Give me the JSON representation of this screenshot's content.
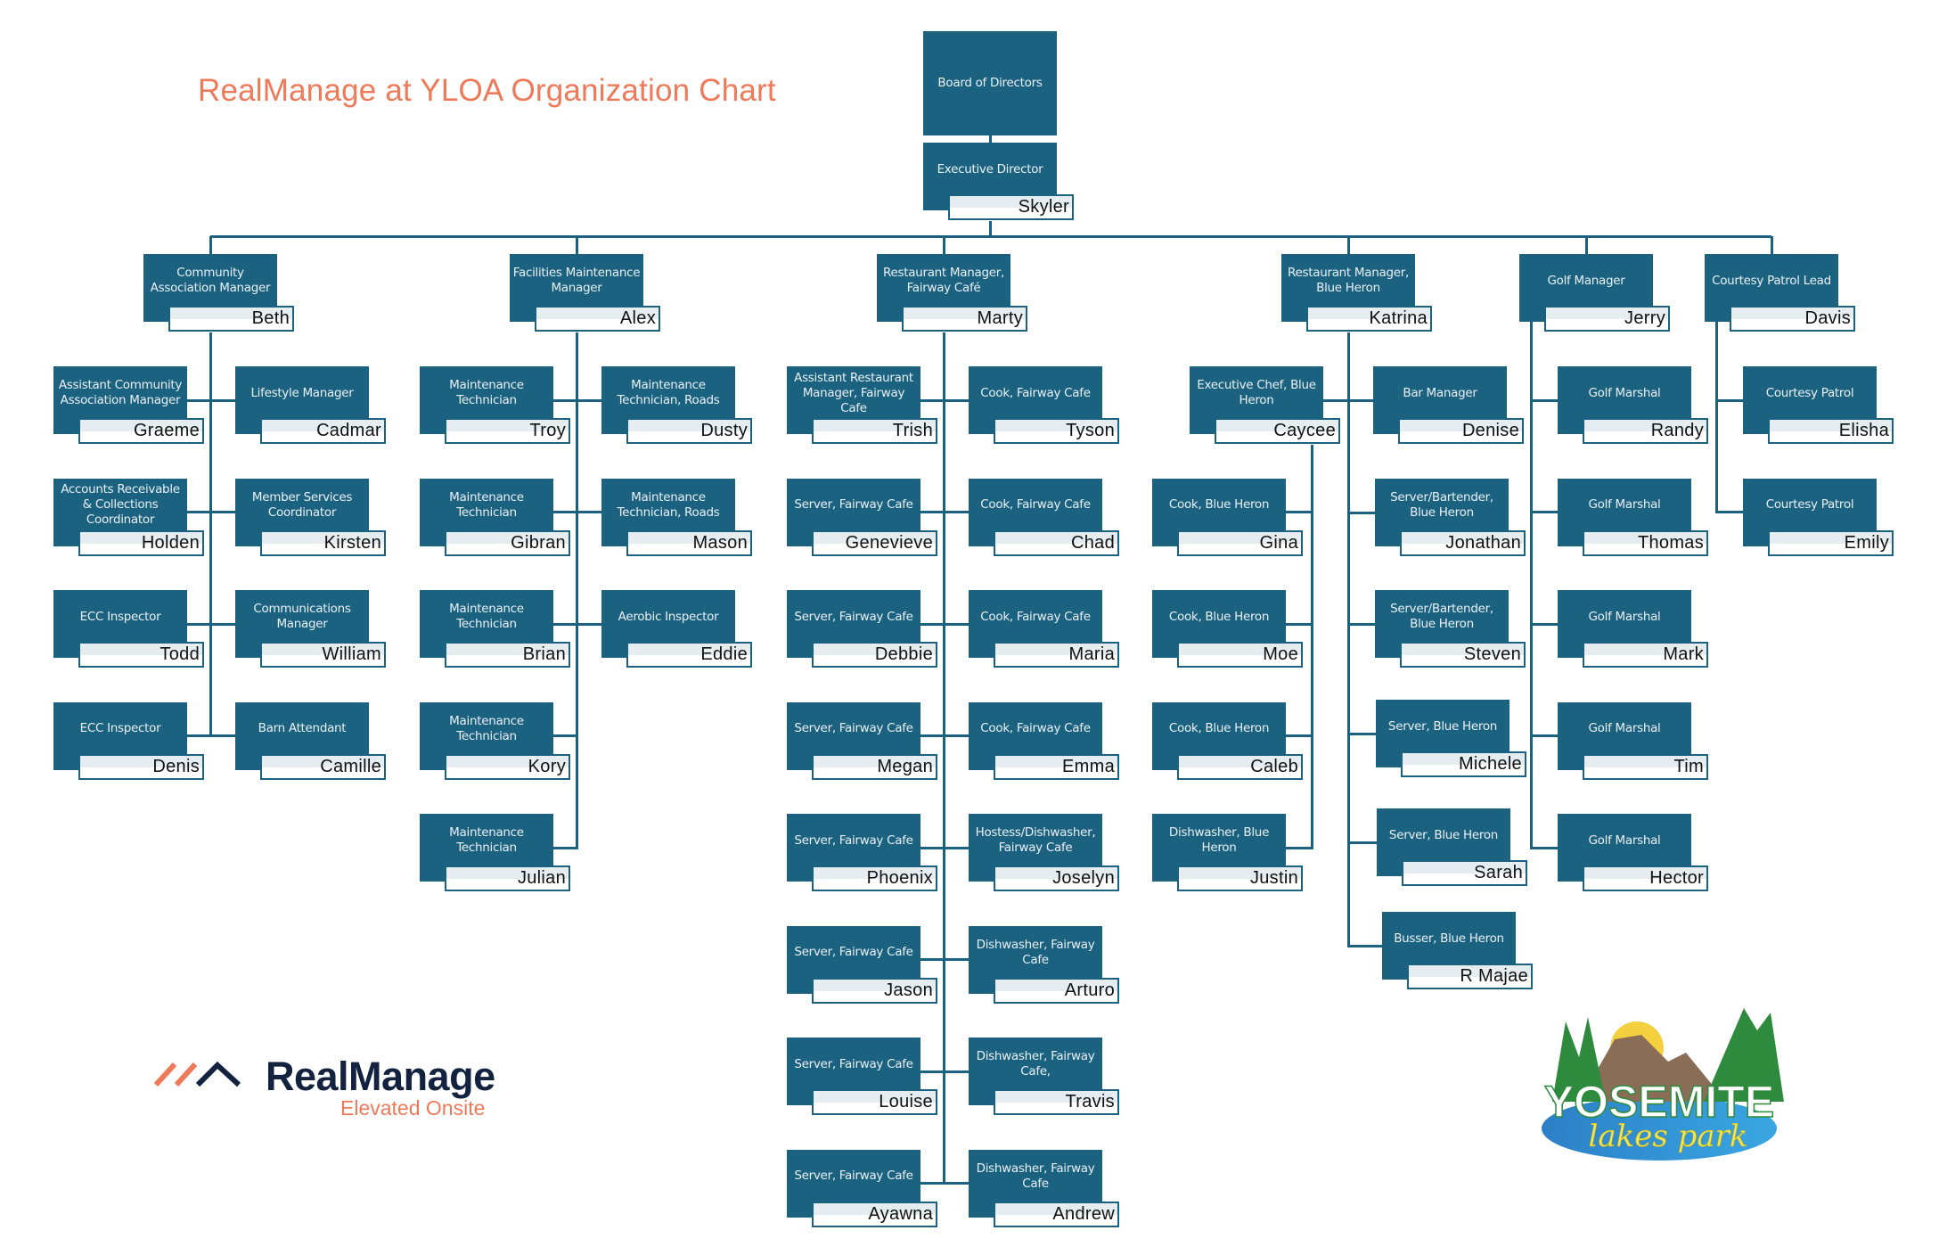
{
  "title": "RealManage at YLOA Organization Chart",
  "colors": {
    "box": "#1b6180",
    "line": "#1b6180",
    "title": "#ee7a5a",
    "name_top": "#e6edf1",
    "logo_navy": "#13233f",
    "logo_orange": "#ee7a5a"
  },
  "logos": {
    "realmanage": {
      "word": "RealManage",
      "tagline": "Elevated Onsite"
    },
    "yosemite": {
      "word": "YOSEMITE",
      "script": "lakes park"
    }
  },
  "org": {
    "board": {
      "title": "Board of Directors"
    },
    "executive": {
      "title": "Executive Director",
      "name": "Skyler"
    },
    "departments": [
      {
        "id": "community",
        "title": "Community Association Manager",
        "name": "Beth",
        "reports": [
          {
            "title": "Assistant Community Association Manager",
            "name": "Graeme"
          },
          {
            "title": "Lifestyle Manager",
            "name": "Cadmar"
          },
          {
            "title": "Accounts Receivable & Collections Coordinator",
            "name": "Holden"
          },
          {
            "title": "Member Services Coordinator",
            "name": "Kirsten"
          },
          {
            "title": "ECC Inspector",
            "name": "Todd"
          },
          {
            "title": "Communications Manager",
            "name": "William"
          },
          {
            "title": "ECC Inspector",
            "name": "Denis"
          },
          {
            "title": "Barn Attendant",
            "name": "Camille"
          }
        ]
      },
      {
        "id": "facilities",
        "title": "Facilities Maintenance Manager",
        "name": "Alex",
        "reports": [
          {
            "title": "Maintenance Technician",
            "name": "Troy"
          },
          {
            "title": "Maintenance Technician, Roads",
            "name": "Dusty"
          },
          {
            "title": "Maintenance Technician",
            "name": "Gibran"
          },
          {
            "title": "Maintenance Technician, Roads",
            "name": "Mason"
          },
          {
            "title": "Maintenance Technician",
            "name": "Brian"
          },
          {
            "title": "Aerobic Inspector",
            "name": "Eddie"
          },
          {
            "title": "Maintenance Technician",
            "name": "Kory"
          },
          {
            "title": "Maintenance Technician",
            "name": "Julian"
          }
        ]
      },
      {
        "id": "fairway",
        "title": "Restaurant Manager, Fairway Café",
        "name": "Marty",
        "reports": [
          {
            "title": "Assistant Restaurant Manager, Fairway Cafe",
            "name": "Trish"
          },
          {
            "title": "Cook, Fairway Cafe",
            "name": "Tyson"
          },
          {
            "title": "Server, Fairway Cafe",
            "name": "Genevieve"
          },
          {
            "title": "Cook, Fairway Cafe",
            "name": "Chad"
          },
          {
            "title": "Server, Fairway Cafe",
            "name": "Debbie"
          },
          {
            "title": "Cook, Fairway Cafe",
            "name": "Maria"
          },
          {
            "title": "Server, Fairway Cafe",
            "name": "Megan"
          },
          {
            "title": "Cook, Fairway Cafe",
            "name": "Emma"
          },
          {
            "title": "Server, Fairway Cafe",
            "name": "Phoenix"
          },
          {
            "title": "Hostess/Dishwasher, Fairway Cafe",
            "name": "Joselyn"
          },
          {
            "title": "Server, Fairway Cafe",
            "name": "Jason"
          },
          {
            "title": "Dishwasher, Fairway Cafe",
            "name": "Arturo"
          },
          {
            "title": "Server, Fairway Cafe",
            "name": "Louise"
          },
          {
            "title": "Dishwasher, Fairway Cafe,",
            "name": "Travis"
          },
          {
            "title": "Server, Fairway Cafe",
            "name": "Ayawna"
          },
          {
            "title": "Dishwasher, Fairway Cafe",
            "name": "Andrew"
          }
        ]
      },
      {
        "id": "blueheron",
        "title": "Restaurant Manager, Blue Heron",
        "name": "Katrina",
        "reports": [
          {
            "title": "Executive Chef, Blue Heron",
            "name": "Caycee",
            "reports": [
              {
                "title": "Cook, Blue Heron",
                "name": "Gina"
              },
              {
                "title": "Cook, Blue Heron",
                "name": "Moe"
              },
              {
                "title": "Cook, Blue Heron",
                "name": "Caleb"
              },
              {
                "title": "Dishwasher, Blue Heron",
                "name": "Justin"
              }
            ]
          },
          {
            "title": "Bar Manager",
            "name": "Denise"
          },
          {
            "title": "Server/Bartender, Blue Heron",
            "name": "Jonathan"
          },
          {
            "title": "Server/Bartender, Blue Heron",
            "name": "Steven"
          },
          {
            "title": "Server, Blue Heron",
            "name": "Michele"
          },
          {
            "title": "Server, Blue Heron",
            "name": "Sarah"
          },
          {
            "title": "Busser, Blue Heron",
            "name": "R Majae"
          }
        ]
      },
      {
        "id": "golf",
        "title": "Golf Manager",
        "name": "Jerry",
        "reports": [
          {
            "title": "Golf Marshal",
            "name": "Randy"
          },
          {
            "title": "Golf Marshal",
            "name": "Thomas"
          },
          {
            "title": "Golf Marshal",
            "name": "Mark"
          },
          {
            "title": "Golf Marshal",
            "name": "Tim"
          },
          {
            "title": "Golf Marshal",
            "name": "Hector"
          }
        ]
      },
      {
        "id": "courtesy",
        "title": "Courtesy Patrol Lead",
        "name": "Davis",
        "reports": [
          {
            "title": "Courtesy Patrol",
            "name": "Elisha"
          },
          {
            "title": "Courtesy Patrol",
            "name": "Emily"
          }
        ]
      }
    ]
  }
}
